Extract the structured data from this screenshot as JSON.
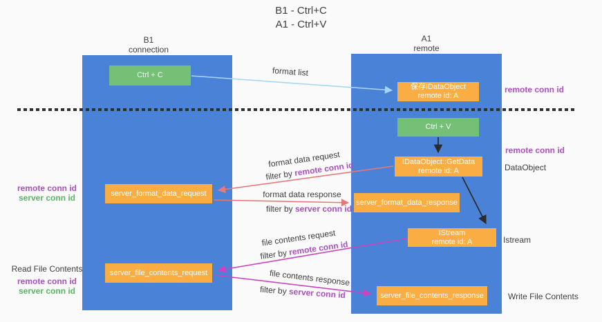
{
  "title": {
    "line1": "B1 - Ctrl+C",
    "line2": "A1 - Ctrl+V"
  },
  "columns": {
    "left": {
      "name": "B1",
      "subtitle": "connection"
    },
    "right": {
      "name": "A1",
      "subtitle": "remote"
    }
  },
  "boxes": {
    "ctrl_c": "Ctrl + C",
    "ctrl_v": "Ctrl + V",
    "save_dataobject": {
      "line1": "保存IDataObject",
      "line2": "remote id: A"
    },
    "getdata": {
      "line1": "IDataObject::GetData",
      "line2": "remote id: A"
    },
    "istream": {
      "line1": "IStream",
      "line2": "remote id: A"
    },
    "server_format_data_request": "server_format_data_request",
    "server_format_data_response": "server_format_data_response",
    "server_file_contents_request": "server_file_contents_request",
    "server_file_contents_response": "server_file_contents_response"
  },
  "labels": {
    "format_list": "format list",
    "format_data_request": "format data request",
    "format_data_response": "format data response",
    "file_contents_request": "file contents request",
    "file_contents_response": "file contents response",
    "filter_by": "filter by ",
    "remote_conn_id": "remote conn id",
    "server_conn_id": "server conn id",
    "dataobject": "DataObject",
    "istream_side": "Istream",
    "read_file_contents": "Read File Contents",
    "write_file_contents": "Write File Contents"
  },
  "colors": {
    "column_blue": "#4a82d8",
    "box_green": "#74c076",
    "box_orange": "#f9ad42",
    "purple_id": "#a950be",
    "green_id": "#5ab464",
    "arrow_light_blue": "#a9d5f5",
    "arrow_salmon": "#e87878",
    "arrow_magenta": "#c944bd",
    "arrow_black": "#2b2b2b",
    "text_dark": "#3d3d3d"
  }
}
